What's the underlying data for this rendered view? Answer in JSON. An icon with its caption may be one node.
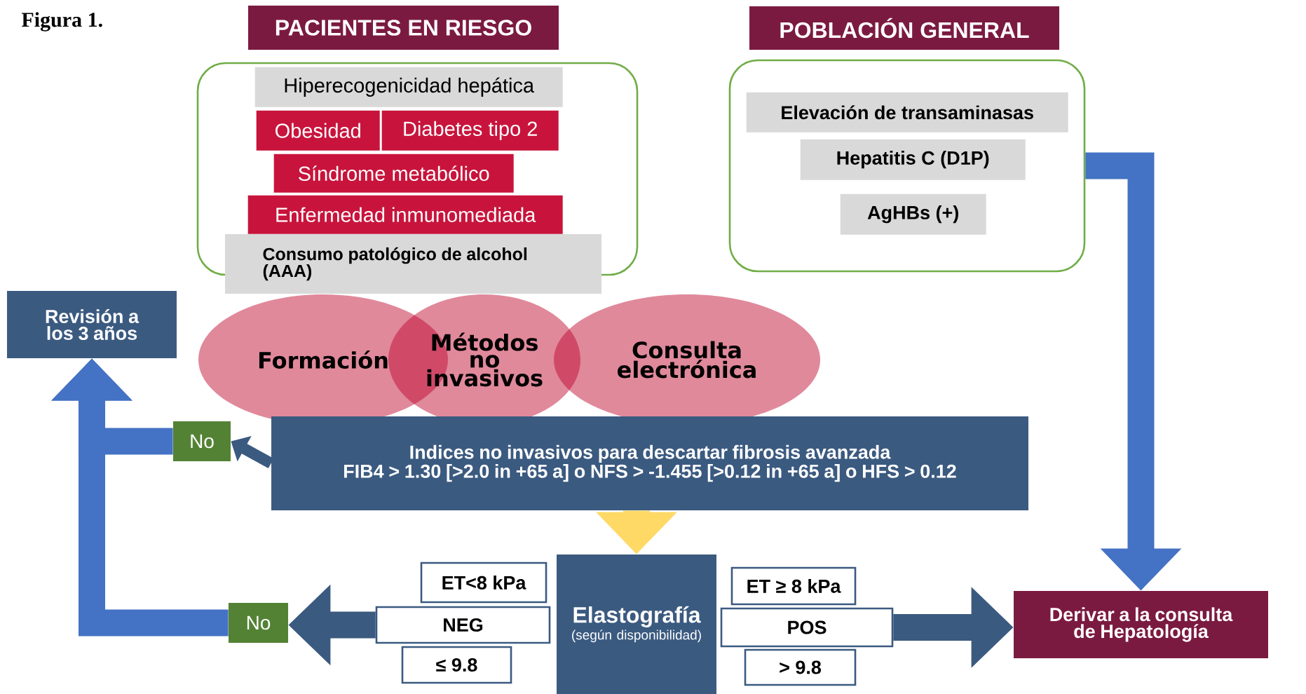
{
  "diagram": {
    "title": "Figura 1.",
    "nodes": [
      {
        "text": [
          "PACIENTES EN RIESGO"
        ]
      },
      {
        "text": [
          "POBLACIÓN GENERAL"
        ]
      },
      {
        "text": [],
        "shape": "box"
      },
      {
        "text": [
          "Hiperecogenicidad hepática"
        ],
        "in": 2
      },
      {
        "text": [
          "Obesidad"
        ],
        "in": 2
      },
      {
        "text": [
          "Diabetes tipo 2"
        ],
        "in": 2
      },
      {
        "text": [
          "Síndrome metabólico"
        ],
        "in": 2
      },
      {
        "text": [
          "Enfermedad inmunomediada"
        ],
        "in": 2
      },
      {
        "text": [
          "Consumo patológico de alcohol (AAA)"
        ]
      },
      {
        "text": [],
        "shape": "box"
      },
      {
        "text": [
          "Elevación de transaminasas"
        ],
        "in": 9
      },
      {
        "text": [
          "Hepatitis C (D1P)"
        ],
        "in": 9
      },
      {
        "text": [
          "AgHBs (+)"
        ],
        "in": 9
      },
      {
        "text": [
          "Revisión a los 3 años"
        ]
      },
      {
        "text": [
          "Formación"
        ]
      },
      {
        "text": [
          "Métodos no invasivos"
        ]
      },
      {
        "text": [
          "Consulta electrónica"
        ]
      },
      {
        "text": [
          "No"
        ]
      },
      {
        "text": [
          "Indices no invasivos para descartar fibrosis avanzada",
          "FIB4 > 1.30 [>2.0 in +65 a] o NFS > -1.455 [>0.12 in +65 a] o HFS > 0.12"
        ]
      },
      {
        "text": [
          "ET<8 kPa"
        ]
      },
      {
        "text": [
          "NEG"
        ]
      },
      {
        "text": [
          "≤ 9.8"
        ]
      },
      {
        "text": [
          "Elastografía",
          "(según disponibilidad)"
        ]
      },
      {
        "text": [
          "ET ≥ 8 kPa"
        ]
      },
      {
        "text": [
          "POS"
        ]
      },
      {
        "text": [
          "> 9.8"
        ]
      },
      {
        "text": [
          "No"
        ]
      },
      {
        "text": [
          "Derivar a la consulta de Hepatología"
        ]
      }
    ],
    "edges": [
      {
        "from": 18,
        "to": 17,
        "arrow": "to"
      },
      {
        "from": 17,
        "to": 13,
        "arrow": "to",
        "color": "#4472c4"
      },
      {
        "from": 26,
        "to": 13,
        "arrow": "to",
        "color": "#4472c4"
      },
      {
        "from": 18,
        "to": 22,
        "arrow": "to",
        "color": "#ffd966"
      },
      {
        "from": 20,
        "to": 26,
        "arrow": "to"
      },
      {
        "from": 24,
        "to": 27,
        "arrow": "to"
      },
      {
        "from": 9,
        "to": 27,
        "arrow": "to",
        "color": "#4472c4"
      }
    ]
  }
}
